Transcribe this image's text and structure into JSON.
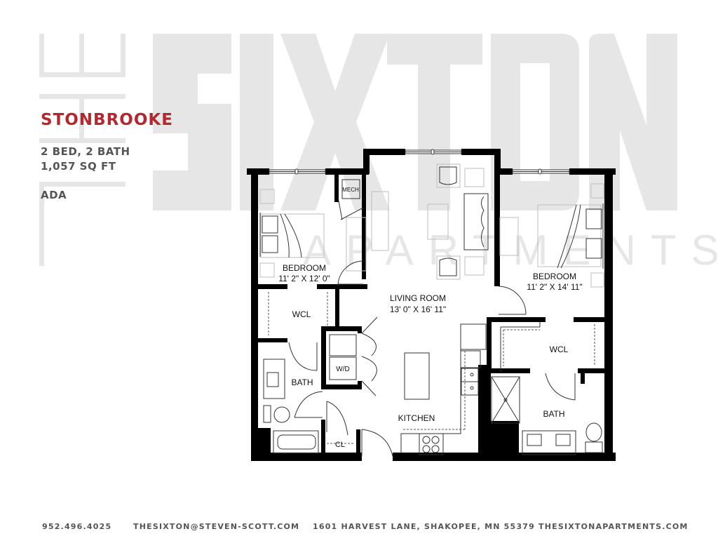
{
  "brand": {
    "logo_prefix": "THE",
    "logo_main": "SIXTON",
    "logo_sub": "APARTMENTS",
    "watermark_color": "#e6e6e6"
  },
  "plan": {
    "name": "STONBROOKE",
    "beds_baths": "2 BED, 2 BATH",
    "square_feet": "1,057 SQ FT",
    "accessibility": "ADA",
    "name_color": "#b5272d",
    "text_color": "#555555"
  },
  "rooms": [
    {
      "id": "bedroom-1",
      "name": "BEDROOM",
      "dims": "11' 2\" X 12' 0\""
    },
    {
      "id": "bedroom-2",
      "name": "BEDROOM",
      "dims": "11' 2\" X 14' 11\""
    },
    {
      "id": "living-room",
      "name": "LIVING ROOM",
      "dims": "13' 0\" X 16' 11\""
    },
    {
      "id": "wcl-1",
      "name": "WCL"
    },
    {
      "id": "wcl-2",
      "name": "WCL"
    },
    {
      "id": "bath-1",
      "name": "BATH"
    },
    {
      "id": "bath-2",
      "name": "BATH"
    },
    {
      "id": "kitchen",
      "name": "KITCHEN"
    },
    {
      "id": "laundry",
      "name": "W/D"
    },
    {
      "id": "mech",
      "name": "MECH"
    },
    {
      "id": "closet",
      "name": "CL"
    }
  ],
  "footer": {
    "phone": "952.496.4025",
    "email": "THESIXTON@STEVEN-SCOTT.COM",
    "address": "1601 HARVEST LANE, SHAKOPEE, MN 55379",
    "website": "THESIXTONAPARTMENTS.COM"
  }
}
